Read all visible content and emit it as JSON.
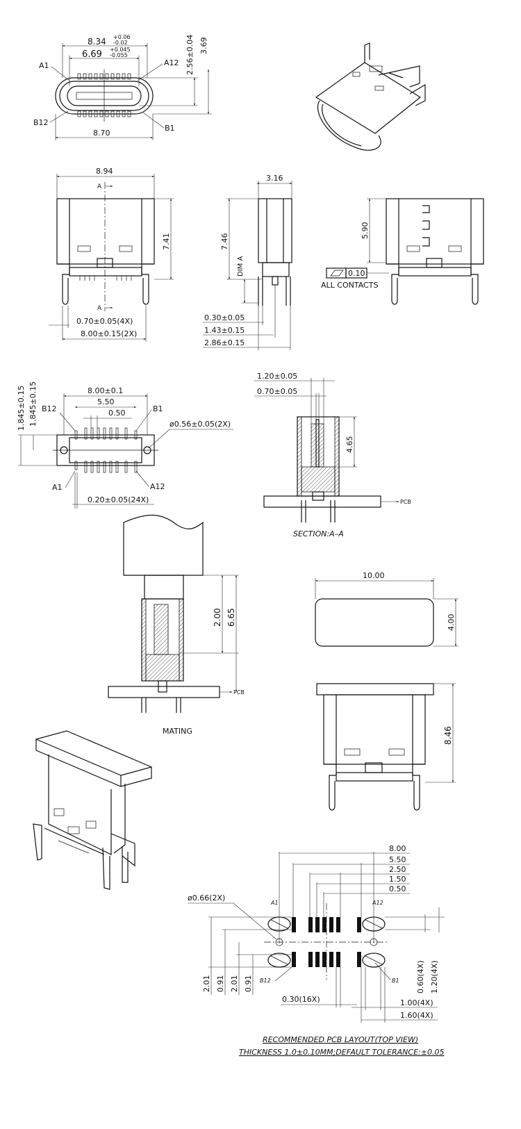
{
  "top_view": {
    "dim_width_outer": "8.34",
    "dim_width_outer_tol_plus": "+0.06",
    "dim_width_outer_tol_minus": "-0.02",
    "dim_width_inner": "6.69",
    "dim_width_inner_tol_plus": "+0.045",
    "dim_width_inner_tol_minus": "-0.055",
    "dim_height_inner": "2.56±0.04",
    "dim_height_outer": "3.69",
    "dim_bottom": "8.70",
    "pin_a1": "A1",
    "pin_a12": "A12",
    "pin_b12": "B12",
    "pin_b1": "B1"
  },
  "front_view": {
    "dim_width": "8.94",
    "dim_height": "7.41",
    "section_mark_top": "A",
    "section_mark_bottom": "A",
    "dim_pin_width": "0.70±0.05(4X)",
    "dim_pin_pitch": "8.00±0.15(2X)"
  },
  "side_view": {
    "dim_width": "3.16",
    "dim_height": "7.46",
    "dim_label": "DIM  A",
    "dim_1": "0.30±0.05",
    "dim_2": "1.43±0.15",
    "dim_3": "2.86±0.15"
  },
  "back_view": {
    "dim_height": "5.90",
    "flatness_value": "0.10",
    "flatness_note": "ALL  CONTACTS"
  },
  "bottom_view": {
    "dim_outer": "8.00±0.1",
    "dim_mid": "5.50",
    "dim_pitch": "0.50",
    "dim_hole": "ø0.56±0.05(2X)",
    "dim_left_1": "1.845±0.15",
    "dim_left_2": "1.845±0.15",
    "dim_pin": "0.20±0.05(24X)",
    "pin_b12": "B12",
    "pin_b1": "B1",
    "pin_a1": "A1",
    "pin_a12": "A12"
  },
  "section_view": {
    "dim_1": "1.20±0.05",
    "dim_2": "0.70±0.05",
    "dim_height": "4.65",
    "pcb_label": "PCB",
    "caption": "SECTION:A–A"
  },
  "mating_view": {
    "dim_1": "2.00",
    "dim_2": "6.65",
    "pcb_label": "PCB",
    "caption": "MATING"
  },
  "cap_view": {
    "dim_width": "10.00",
    "dim_height": "4.00",
    "dim_total_height": "8.46"
  },
  "pcb_layout": {
    "dim_1": "8.00",
    "dim_2": "5.50",
    "dim_3": "2.50",
    "dim_4": "1.50",
    "dim_5": "0.50",
    "dim_hole": "ø0.66(2X)",
    "pin_a1": "A1",
    "pin_a12": "A12",
    "pin_b12": "B12",
    "pin_b1": "B1",
    "dim_v1": "2.01",
    "dim_v2": "0.91",
    "dim_v3": "2.01",
    "dim_v4": "0.91",
    "dim_pad": "0.30(16X)",
    "dim_r1": "0.60(4X)",
    "dim_r2": "1.20(4X)",
    "dim_r3": "1.00(4X)",
    "dim_r4": "1.60(4X)",
    "title": "RECOMMENDED  PCB  LAYOUT(TOP  VIEW)",
    "note": "THICKNESS  1.0±0.10MM;DEFAULT  TOLERANCE:±0.05"
  }
}
